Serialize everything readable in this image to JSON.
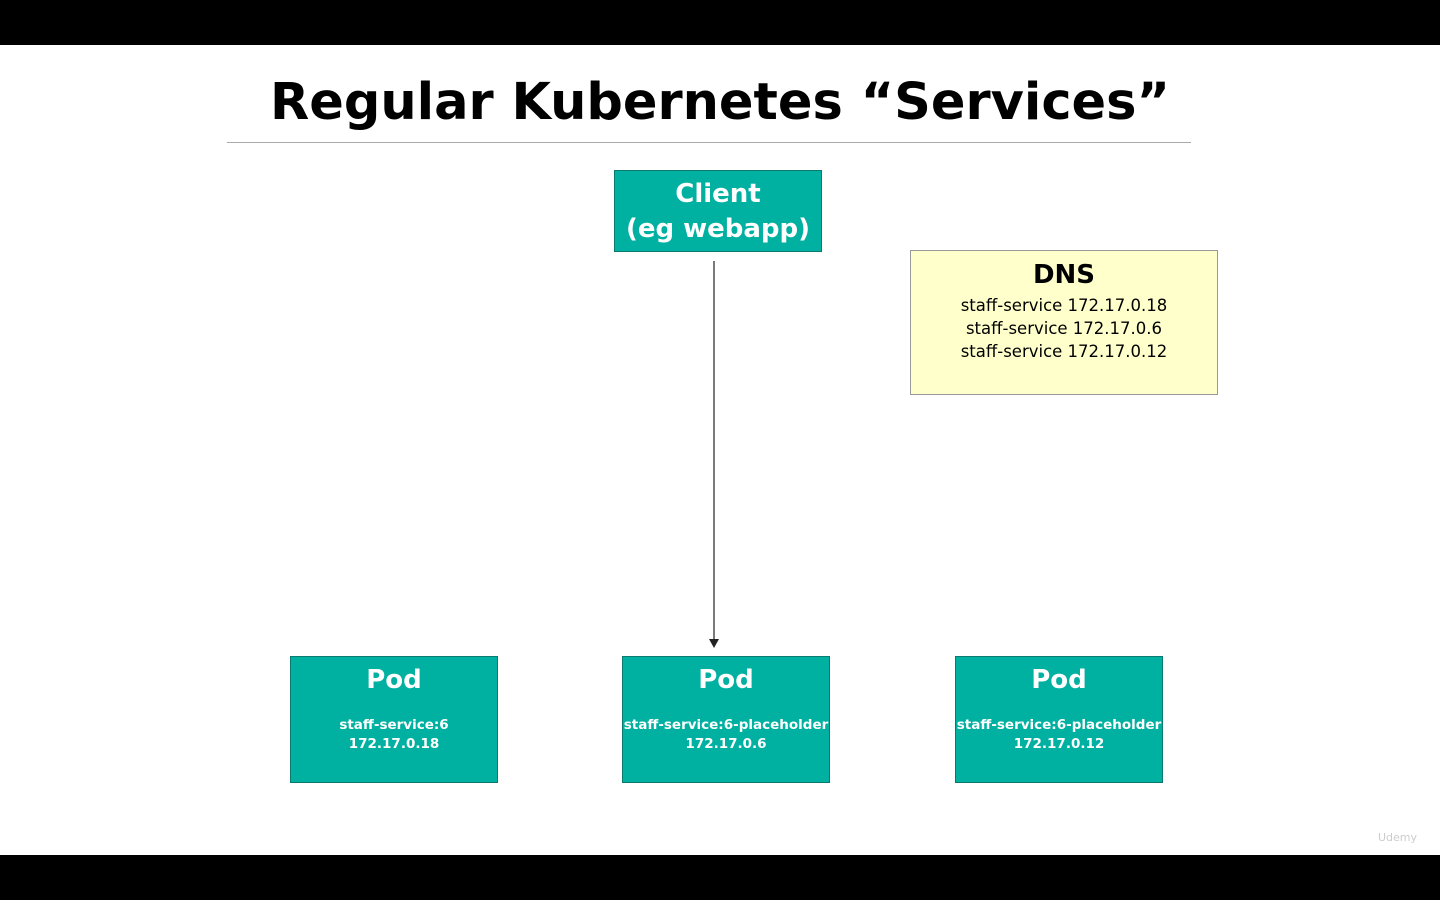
{
  "slide": {
    "title": "Regular Kubernetes “Services”"
  },
  "client": {
    "line1": "Client",
    "line2": "(eg webapp)"
  },
  "dns": {
    "title": "DNS",
    "entries": [
      "staff-service  172.17.0.18",
      "staff-service 172.17.0.6",
      "staff-service 172.17.0.12"
    ]
  },
  "pods": [
    {
      "title": "Pod",
      "name": "staff-service:6",
      "ip": "172.17.0.18"
    },
    {
      "title": "Pod",
      "name": "staff-service:6-placeholder",
      "ip": "172.17.0.6"
    },
    {
      "title": "Pod",
      "name": "staff-service:6-placeholder",
      "ip": "172.17.0.12"
    }
  ],
  "watermark": "Udemy",
  "colors": {
    "pod_fill": "#00b0a0",
    "dns_fill": "#ffffcc",
    "letterbox": "#000000"
  }
}
